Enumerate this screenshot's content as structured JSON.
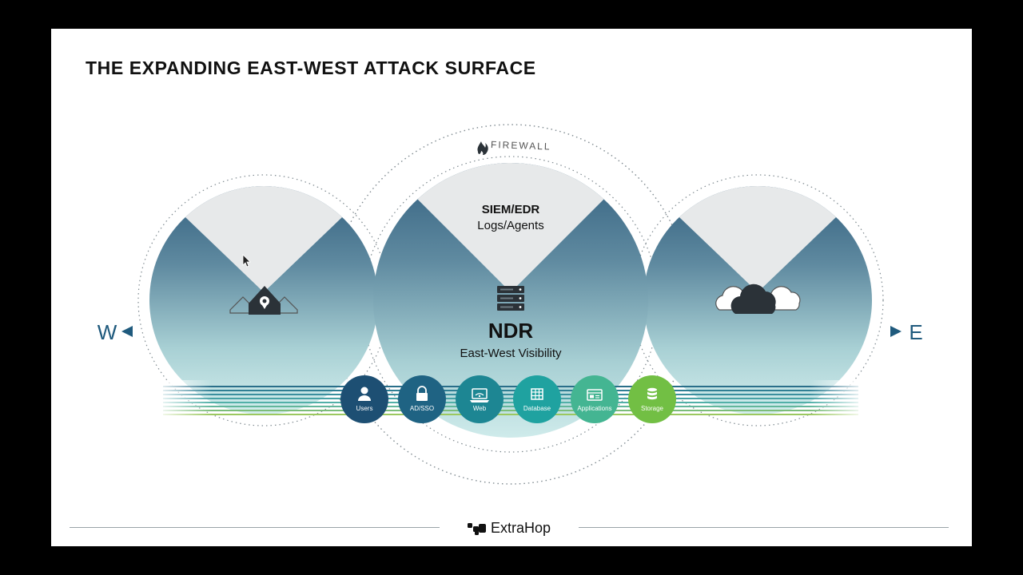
{
  "slide": {
    "title": "THE EXPANDING EAST-WEST ATTACK SURFACE"
  },
  "diagram": {
    "firewall_label": "FIREWALL",
    "siem_title": "SIEM/EDR",
    "siem_subtitle": "Logs/Agents",
    "ndr_title": "NDR",
    "ndr_subtitle": "East-West Visibility",
    "west_label": "W",
    "east_label": "E",
    "icons": {
      "home": "home-location-icon",
      "server": "server-stack-icon",
      "cloud": "cloud-icon",
      "firewall": "flame-icon"
    },
    "nodes": [
      {
        "label": "Users",
        "icon": "user-icon",
        "color": "#1d4f73"
      },
      {
        "label": "AD/SSO",
        "icon": "lock-icon",
        "color": "#1f6383"
      },
      {
        "label": "Web",
        "icon": "laptop-wifi-icon",
        "color": "#1d8693"
      },
      {
        "label": "Database",
        "icon": "table-icon",
        "color": "#1fa2a0"
      },
      {
        "label": "Applications",
        "icon": "app-window-icon",
        "color": "#44b592"
      },
      {
        "label": "Storage",
        "icon": "database-icon",
        "color": "#72bf44"
      }
    ]
  },
  "footer": {
    "brand": "ExtraHop"
  },
  "colors": {
    "circle_top": "#3f6a86",
    "circle_bottom": "#d3eeee",
    "accent_blue": "#1f5a7d",
    "wedge_gray": "#e7e9ea"
  }
}
